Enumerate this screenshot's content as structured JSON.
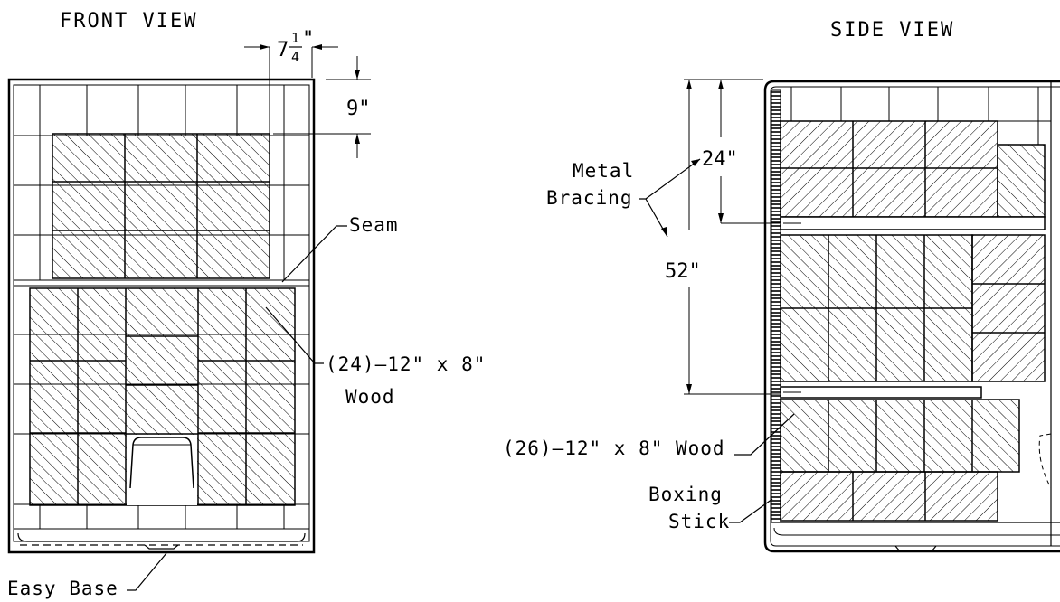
{
  "front_view": {
    "title": "FRONT VIEW",
    "dim_width_whole": "7",
    "dim_width_num": "1",
    "dim_width_den": "4",
    "dim_width_unit": "\"",
    "dim_height": "9\"",
    "seam_label": "Seam",
    "wood_label_line1": "(24)–12\" x 8\"",
    "wood_label_line2": "Wood",
    "base_label": "Easy Base"
  },
  "side_view": {
    "title": "SIDE VIEW",
    "dim_upper": "24\"",
    "dim_total": "52\"",
    "bracing_label_line1": "Metal",
    "bracing_label_line2": "Bracing",
    "wood_label": "(26)–12\" x 8\" Wood",
    "boxing_label_line1": "Boxing",
    "boxing_label_line2": "Stick"
  }
}
